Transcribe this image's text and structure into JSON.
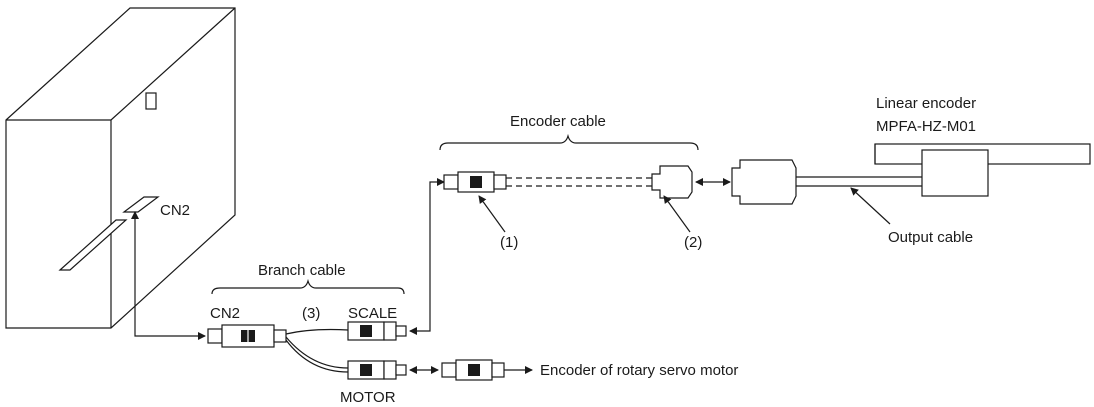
{
  "labels": {
    "servo_cn2": "CN2",
    "branch_cable": "Branch cable",
    "branch_cn2": "CN2",
    "item3": "(3)",
    "scale": "SCALE",
    "motor": "MOTOR",
    "encoder_rotary": "Encoder of rotary servo motor",
    "encoder_cable": "Encoder cable",
    "item1": "(1)",
    "item2": "(2)",
    "linear_encoder_title": "Linear encoder",
    "linear_encoder_model": "MPFA-HZ-M01",
    "output_cable": "Output cable"
  }
}
